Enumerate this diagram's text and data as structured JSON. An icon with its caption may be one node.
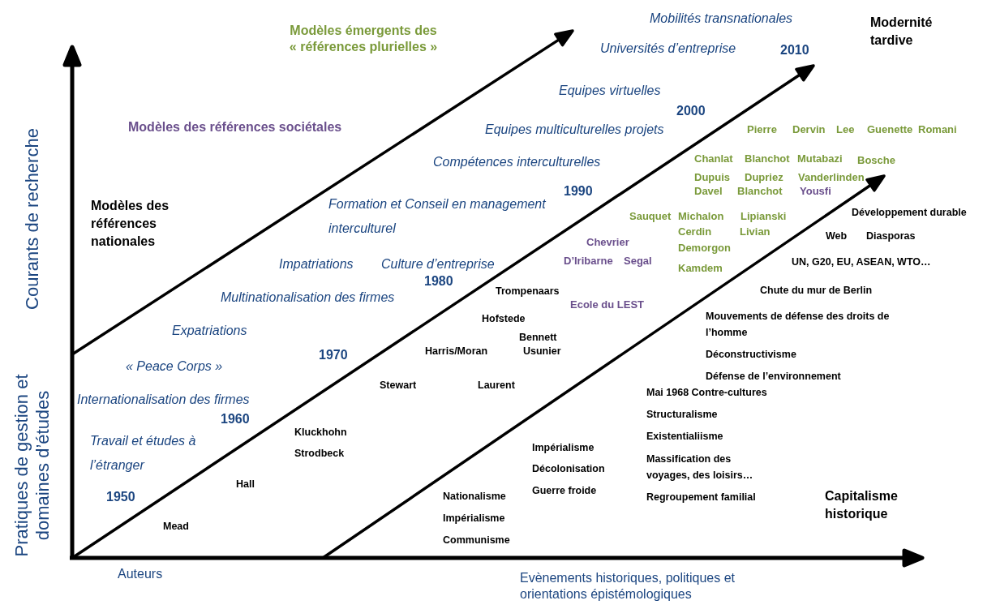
{
  "diagram": {
    "labels": [
      "Modèles émergents des « références plurielles »",
      "Mobilités transnationales",
      "Modernité tardive",
      "Universités d’entreprise",
      "2010",
      "Equipes virtuelles",
      "Modèles des références sociétales",
      "2000",
      "Equipes multiculturelles projets",
      "Pierre",
      "Dervin",
      "Lee",
      "Guenette",
      "Romani",
      "Chanlat",
      "Blanchot",
      "Mutabazi",
      "Bosche",
      "Compétences interculturelles",
      "Dupuis",
      "Dupriez",
      "Vanderlinden",
      "Davel",
      "Blanchot",
      "Yousfi",
      "1990",
      "Modèles des références nationales",
      "Formation et Conseil en management interculturel",
      "Développement durable",
      "Sauquet",
      "Michalon",
      "Lipianski",
      "Cerdin",
      "Livian",
      "Web",
      "Diasporas",
      "Chevrier",
      "Demorgon",
      "D’Iribarne",
      "Segal",
      "UN, G20, EU, ASEAN, WTO…",
      "Impatriations",
      "Culture d’entreprise",
      "Kamdem",
      "1980",
      "Trompenaars",
      "Chute du mur de Berlin",
      "Multinationalisation des firmes",
      "Ecole du LEST",
      "Hofstede",
      "Mouvements de défense des droits de l’homme",
      "Expatriations",
      "Bennett",
      "Harris/Moran",
      "Usunier",
      "1970",
      "Déconstructivisme",
      "« Peace Corps »",
      "Défense de l’environnement",
      "Stewart",
      "Laurent",
      "Mai 1968 Contre-cultures",
      "Internationalisation des firmes",
      "1960",
      "Structuralisme",
      "Kluckhohn",
      "Existentialiisme",
      "Travail et études à l’étranger",
      "Impérialisme",
      "Strodbeck",
      "Massification des voyages, des loisirs…",
      "Décolonisation",
      "Hall",
      "Guerre froide",
      "1950",
      "Nationalisme",
      "Regroupement familial",
      "Capitalisme historique",
      "Impérialisme",
      "Mead",
      "Communisme",
      "Auteurs",
      "Evènements historiques, politiques et orientations épistémologiques",
      "Courants de recherche",
      "Pratiques de gestion et domaines d’études"
    ]
  }
}
